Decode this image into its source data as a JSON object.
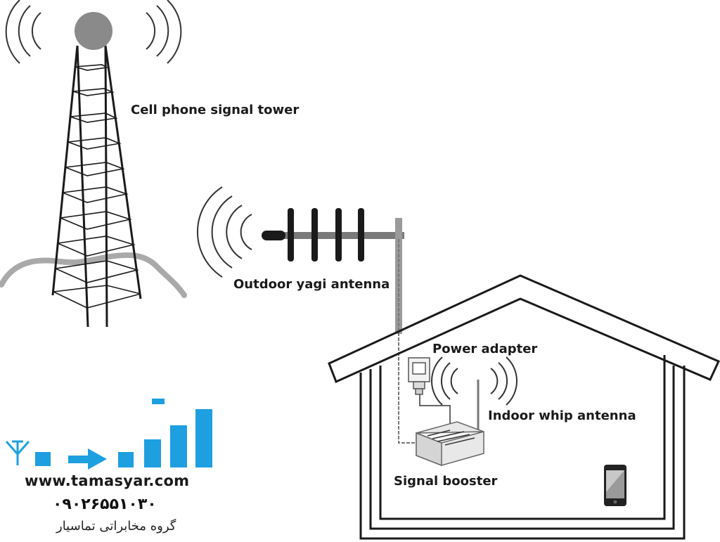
{
  "labels": {
    "tower": "Cell phone signal tower",
    "yagi": "Outdoor yagi antenna",
    "power_adapter": "Power adapter",
    "whip": "Indoor whip antenna",
    "booster": "Signal booster"
  },
  "logo": {
    "url": "www.tamasyar.com",
    "phone": "۰۹۰۲۶۵۵۱۰۳۰",
    "name": "گروه مخابراتی تماسیار"
  },
  "colors": {
    "line": "#1a1a1a",
    "brand_blue": "#1e9fe0",
    "hill": "#a9a9a9",
    "tower_top": "#8a8a8a",
    "wave": "#333333"
  },
  "icons": [
    "signal-wave-icon",
    "tower-icon",
    "yagi-antenna-icon",
    "house-icon",
    "power-adapter-icon",
    "signal-booster-icon",
    "whip-antenna-icon",
    "smartphone-icon",
    "antenna-logo-icon",
    "arrow-right-icon",
    "signal-bars-icon"
  ]
}
